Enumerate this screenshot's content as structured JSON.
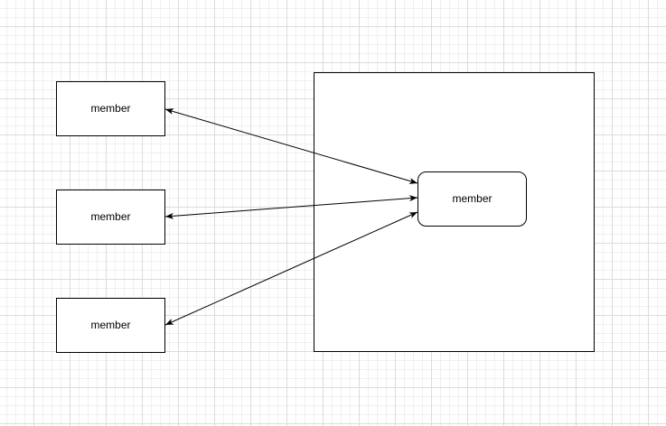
{
  "diagram": {
    "container": {
      "label": ""
    },
    "inner_node": {
      "label": "member"
    },
    "outer_nodes": [
      {
        "label": "member"
      },
      {
        "label": "member"
      },
      {
        "label": "member"
      }
    ],
    "connectors": [
      {
        "from": "outer_nodes.0",
        "to": "inner_node",
        "arrows": "both"
      },
      {
        "from": "outer_nodes.1",
        "to": "inner_node",
        "arrows": "both"
      },
      {
        "from": "outer_nodes.2",
        "to": "inner_node",
        "arrows": "both"
      }
    ],
    "colors": {
      "stroke": "#000000",
      "fill": "#ffffff",
      "grid_major": "#dcdcdc",
      "grid_minor": "#f0f0f0"
    }
  }
}
